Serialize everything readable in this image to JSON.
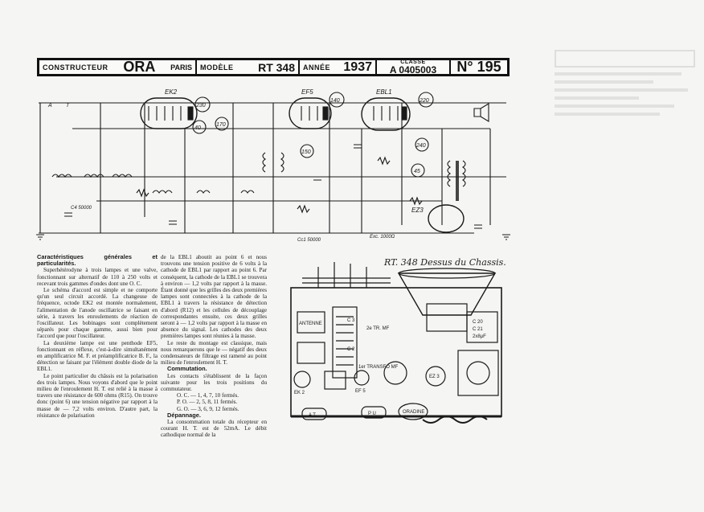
{
  "header": {
    "constructor_label": "CONSTRUCTEUR",
    "brand": "ORA",
    "city": "PARIS",
    "model_label": "MODÈLE",
    "model": "RT 348",
    "year_label": "ANNÉE",
    "year": "1937",
    "class_label": "CLASSE",
    "class_value": "A 0405003",
    "number": "N° 195"
  },
  "schematic": {
    "tubes": [
      "EK2",
      "EF5",
      "EBL1",
      "EZ3"
    ],
    "numbers": [
      "230",
      "40",
      "170",
      "140",
      "150",
      "220",
      "240",
      "45"
    ],
    "labels": {
      "c_50000": "C4 50000",
      "ccl_50000": "Cc1 50000",
      "exc": "Exc. 1000Ω",
      "a": "A",
      "t": "T"
    }
  },
  "text": {
    "col1": [
      {
        "type": "h",
        "text": "Caractéristiques générales et particularités."
      },
      {
        "type": "p",
        "text": "Superhétérodyne à trois lampes et une valve, fonctionnant sur alternatif de 110 à 250 volts et recevant trois gammes d'ondes dont une O. C."
      },
      {
        "type": "p",
        "text": "Le schéma d'accord est simple et ne comporte qu'un seul circuit accordé. La changeuse de fréquence, octode EK2 est montée normalement, l'alimentation de l'anode oscillatrice se faisant en série, à travers les enroulements de réaction de l'oscillateur. Les bobinages sont complètement séparés pour chaque gamme, aussi bien pour l'accord que pour l'oscillateur."
      },
      {
        "type": "p",
        "text": "La deuxième lampe est une penthode EF5, fonctionnant en réflexe, c'est-à-dire simultanément en amplificatrice M. F. et préamplificatrice B. F., la détection se faisant par l'élément double diode de la EBL1."
      },
      {
        "type": "p",
        "text": "Le point particulier du châssis est la polarisation des trois lampes. Nous voyons d'abord que le point milieu de l'enroulement H. T. est relié à la masse à travers une résistance de 600 ohms (R15). On trouve donc (point 6) une tension négative par rapport à la masse de — 7,2 volts environ. D'autre part, la résistance de polarisation"
      }
    ],
    "col2": [
      {
        "type": "p0",
        "text": "de la EBL1 aboutit au point 6 et nous trouvons une tension positive de 6 volts à la cathode de EBL1 par rapport au point 6. Par conséquent, la cathode de la EBL1 se trouvera à environ — 1,2 volts par rapport à la masse. Étant donné que les grilles des deux premières lampes sont connectées à la cathode de la EBL1 à travers la résistance de détection d'abord (R12) et les cellules de découplage correspondantes ensuite, ces deux grilles seront à — 1,2 volts par rapport à la masse en absence du signal. Les cathodes des deux premières lampes sont réunies à la masse."
      },
      {
        "type": "p",
        "text": "Le reste du montage est classique, mais nous remarquerons que le — négatif des deux condensateurs de filtrage est ramené au point milieu de l'enroulement H. T."
      },
      {
        "type": "h2",
        "text": "Commutation."
      },
      {
        "type": "p",
        "text": "Les contacts s'établissent de la façon suivante pour les trois positions du commutateur."
      },
      {
        "type": "list",
        "text": "O. C. — 1, 4, 7, 10 fermés."
      },
      {
        "type": "list",
        "text": "P. O. — 2, 5, 8, 11 fermés."
      },
      {
        "type": "list",
        "text": "G. O. — 3, 6, 9, 12 fermés."
      },
      {
        "type": "h2",
        "text": "Dépannage."
      },
      {
        "type": "p",
        "text": "La consommation totale du récepteur en courant H. T. est de 52mA. Le débit cathodique normal de la"
      }
    ]
  },
  "chassis": {
    "title": "RT. 348 Dessus du Chassis.",
    "labels": {
      "antenne": "ANTENNE",
      "mf1": "1er TRANSFO MF",
      "mf2": "2e TR. MF",
      "c3": "C 3",
      "c2": "C 2",
      "ek2": "EK 2",
      "ef5": "EF 5",
      "ez3": "EZ 3",
      "c20": "C 20",
      "c21": "C 21",
      "c_uf": "2x8μF",
      "ant": "A T",
      "pu": "P U",
      "oradin": "ORADINE"
    }
  },
  "colors": {
    "ink": "#151515",
    "paper": "#f5f5f3"
  }
}
